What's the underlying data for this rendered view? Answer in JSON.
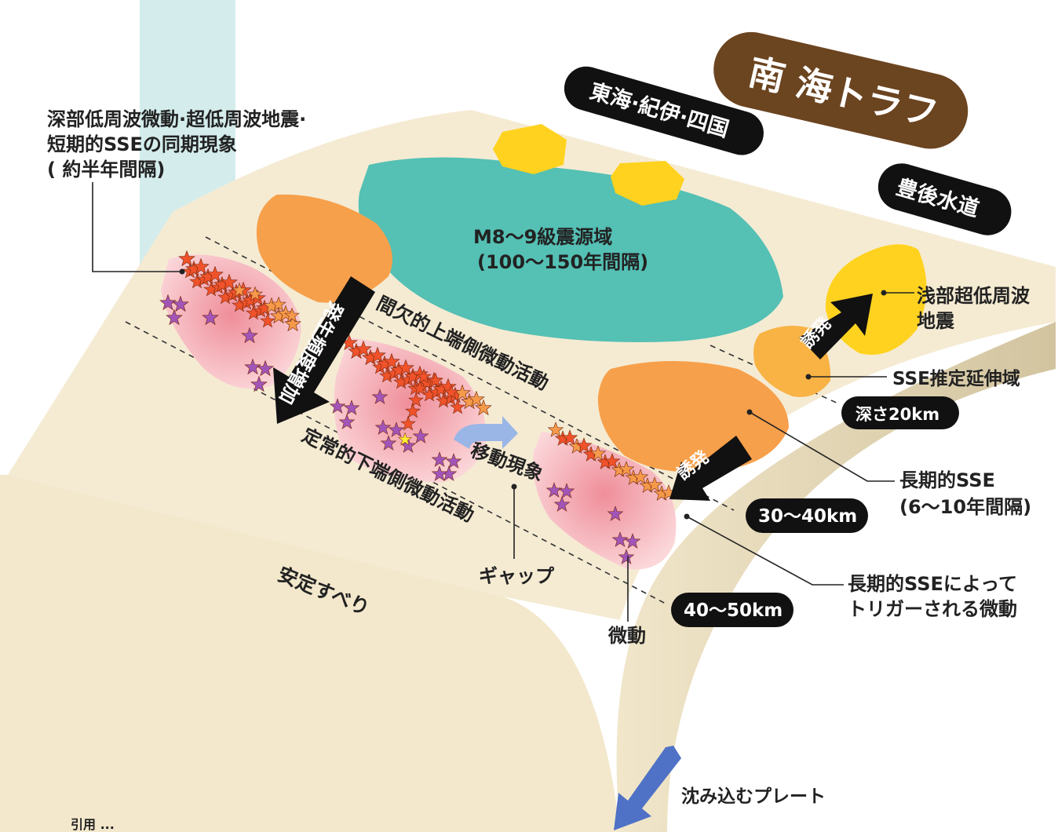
{
  "colors": {
    "background": "#ffffff",
    "vertical_band": "#d4ecec",
    "plate_top": "#f4ead2",
    "plate_side": "#e0d4b4",
    "plate_side_dark": "#c9bb95",
    "seismogenic_zone": "#55c0b4",
    "orange_sse": "#f7a04b",
    "yellow_vlf": "#ffd21f",
    "tremor_pink": "#f6a8b0",
    "red_star": "#f0522a",
    "orange_star": "#f59a4a",
    "purple_star": "#a255b8",
    "black_arrow": "#111111",
    "blue_arrow": "#4f71c6",
    "migration_arrow": "#9ab6e6",
    "title_brown": "#6b4420"
  },
  "title": "南 海トラフ",
  "region_labels": {
    "tokai": "東海·紀伊·四国",
    "bungo": "豊後水道"
  },
  "annotations": {
    "sync_phenomenon": [
      "深部低周波微動·超低周波地震·",
      "短期的SSEの同期現象",
      "( 約半年間隔)"
    ],
    "megaquake": [
      "M8～9級震源域",
      "(100～150年間隔)"
    ],
    "shallow_vlf": [
      "浅部超低周波",
      "地震"
    ],
    "sse_extension": "SSE推定延伸域",
    "long_term_sse": [
      "長期的SSE",
      "(6～10年間隔)"
    ],
    "triggered_tremor": [
      "長期的SSEによって",
      "トリガーされる微動"
    ],
    "tremor": "微動",
    "gap": "ギャップ",
    "stable_sliding": "安定すべり",
    "subducting_plate": "沈み込むプレート",
    "intermittent_updip": "間欠的上端側微動活動",
    "steady_downdip": "定常的下端側微動活動",
    "migration": "移動現象",
    "frequency_increase": "発生頻度増加",
    "induce_1": "誘発",
    "induce_2": "誘発"
  },
  "depth_labels": {
    "d20": "深さ20km",
    "d30_40": "30～40km",
    "d40_50": "40～50km"
  },
  "bottom_text": "引用 ..."
}
